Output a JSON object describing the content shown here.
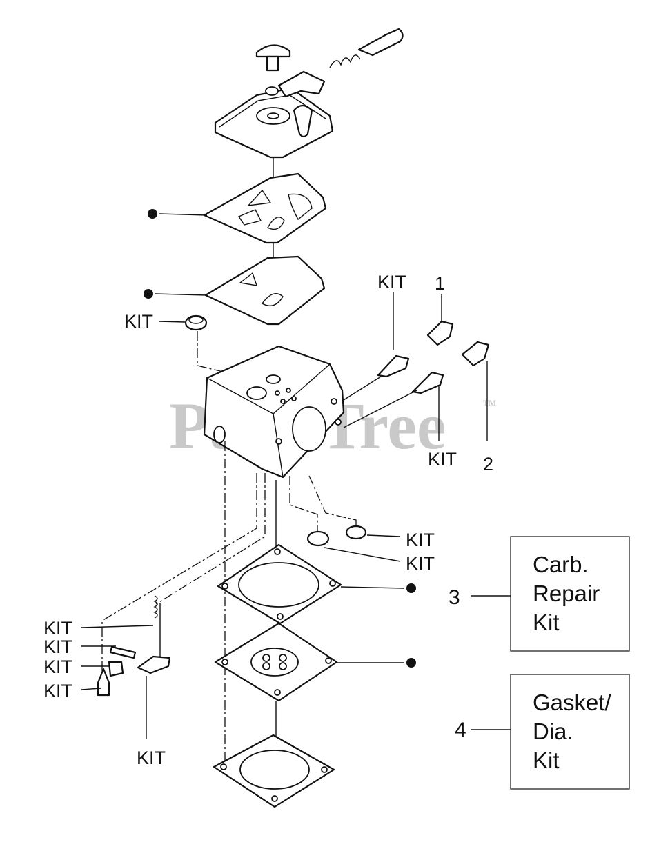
{
  "watermark": {
    "text": "PartsTree",
    "tm": "TM"
  },
  "labels": {
    "kit": "KIT"
  },
  "callouts": [
    {
      "ref": "1"
    },
    {
      "ref": "2"
    },
    {
      "ref": "3"
    },
    {
      "ref": "4"
    }
  ],
  "kit_boxes": [
    {
      "ref": "3",
      "lines": [
        "Carb.",
        "Repair",
        "Kit"
      ]
    },
    {
      "ref": "4",
      "lines": [
        "Gasket/",
        "Dia.",
        "Kit"
      ]
    }
  ]
}
